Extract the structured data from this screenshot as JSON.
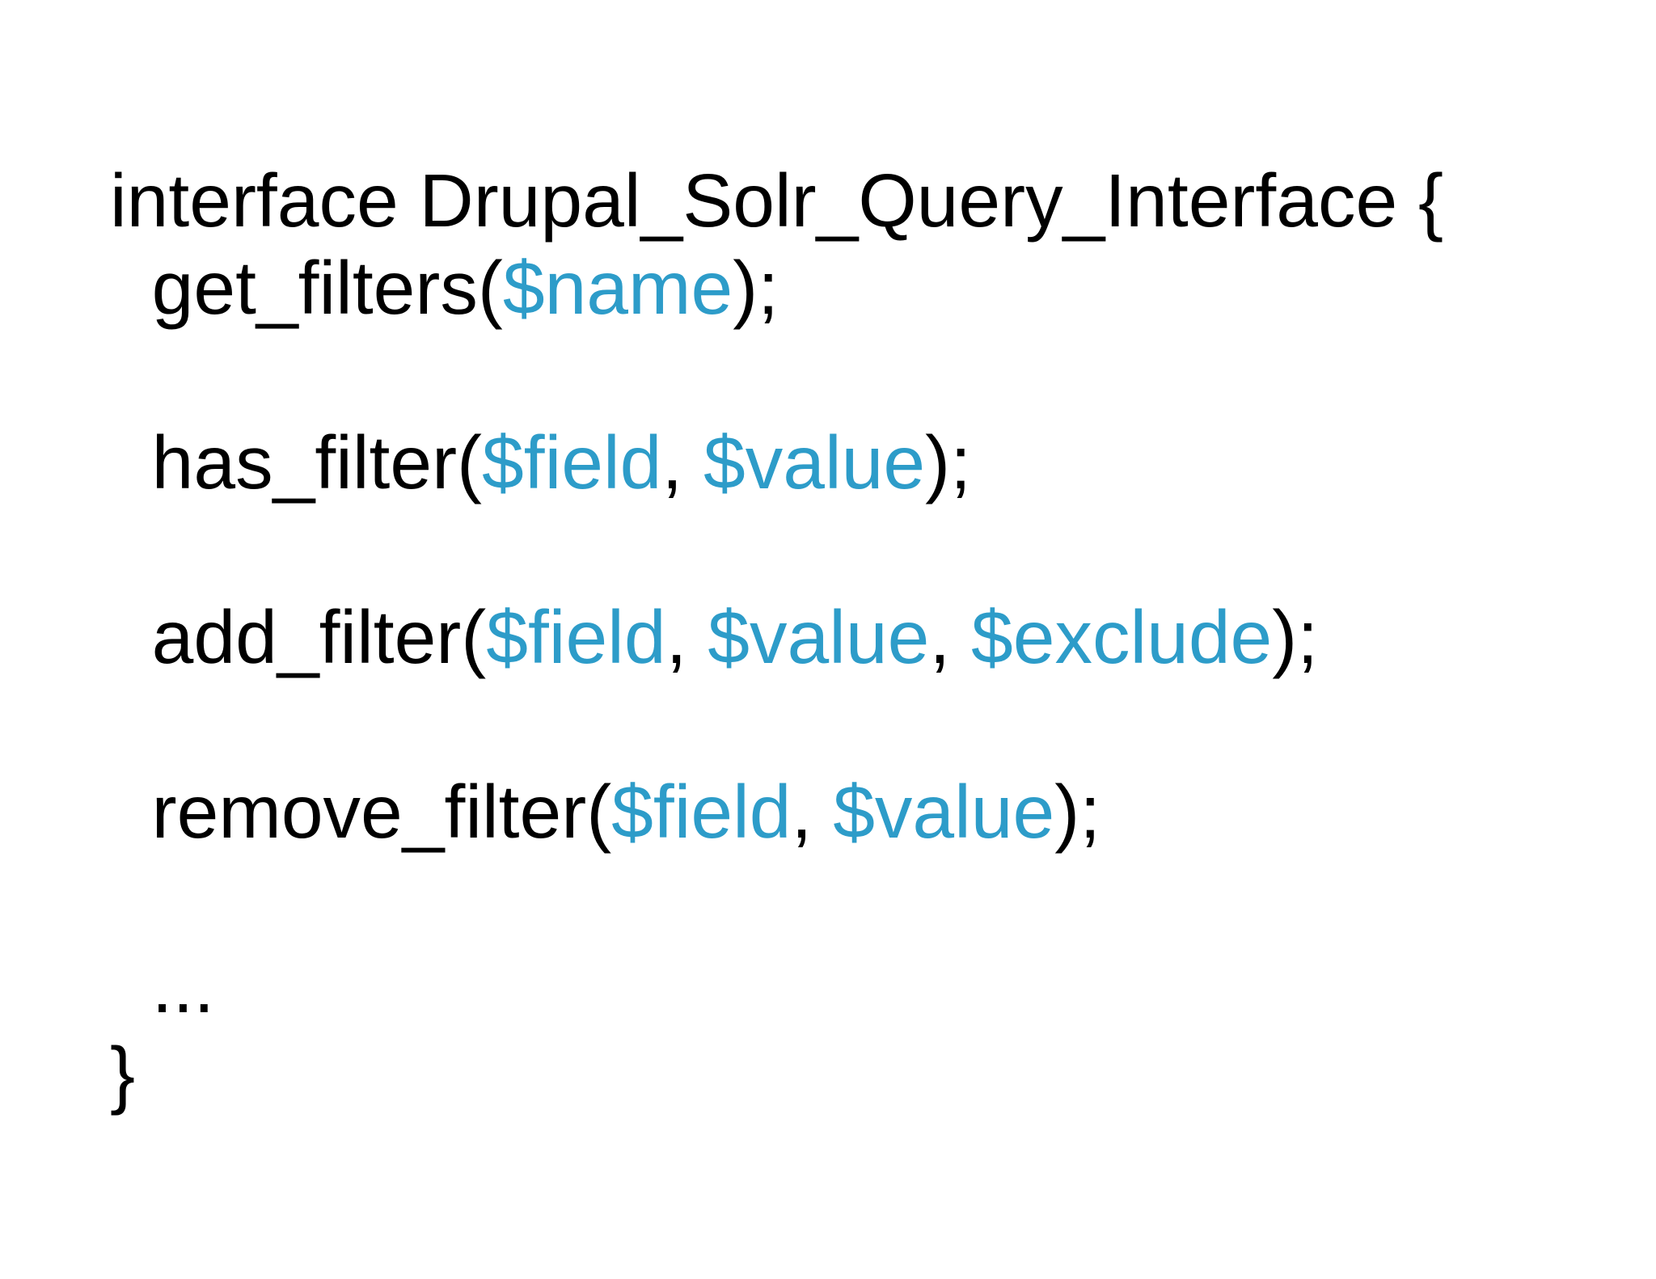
{
  "slide": {
    "kind": "presentation-slide-code",
    "colors": {
      "background": "#ffffff",
      "code_text": "#000000",
      "php_variable": "#2D9CC9"
    },
    "code": {
      "language": "php-interface",
      "lines": [
        {
          "segments": [
            {
              "kind": "plain",
              "text": "interface Drupal_Solr_Query_Interface {"
            }
          ]
        },
        {
          "segments": [
            {
              "kind": "plain",
              "text": "  get_filters("
            },
            {
              "kind": "var",
              "text": "$name"
            },
            {
              "kind": "plain",
              "text": ");"
            }
          ]
        },
        {
          "segments": []
        },
        {
          "segments": [
            {
              "kind": "plain",
              "text": "  has_filter("
            },
            {
              "kind": "var",
              "text": "$field"
            },
            {
              "kind": "plain",
              "text": ", "
            },
            {
              "kind": "var",
              "text": "$value"
            },
            {
              "kind": "plain",
              "text": ");"
            }
          ]
        },
        {
          "segments": []
        },
        {
          "segments": [
            {
              "kind": "plain",
              "text": "  add_filter("
            },
            {
              "kind": "var",
              "text": "$field"
            },
            {
              "kind": "plain",
              "text": ", "
            },
            {
              "kind": "var",
              "text": "$value"
            },
            {
              "kind": "plain",
              "text": ", "
            },
            {
              "kind": "var",
              "text": "$exclude"
            },
            {
              "kind": "plain",
              "text": ");"
            }
          ]
        },
        {
          "segments": []
        },
        {
          "segments": [
            {
              "kind": "plain",
              "text": "  remove_filter("
            },
            {
              "kind": "var",
              "text": "$field"
            },
            {
              "kind": "plain",
              "text": ", "
            },
            {
              "kind": "var",
              "text": "$value"
            },
            {
              "kind": "plain",
              "text": ");"
            }
          ]
        },
        {
          "segments": []
        },
        {
          "segments": [
            {
              "kind": "plain",
              "text": "  ..."
            }
          ]
        },
        {
          "segments": [
            {
              "kind": "plain",
              "text": "}"
            }
          ]
        }
      ]
    }
  }
}
